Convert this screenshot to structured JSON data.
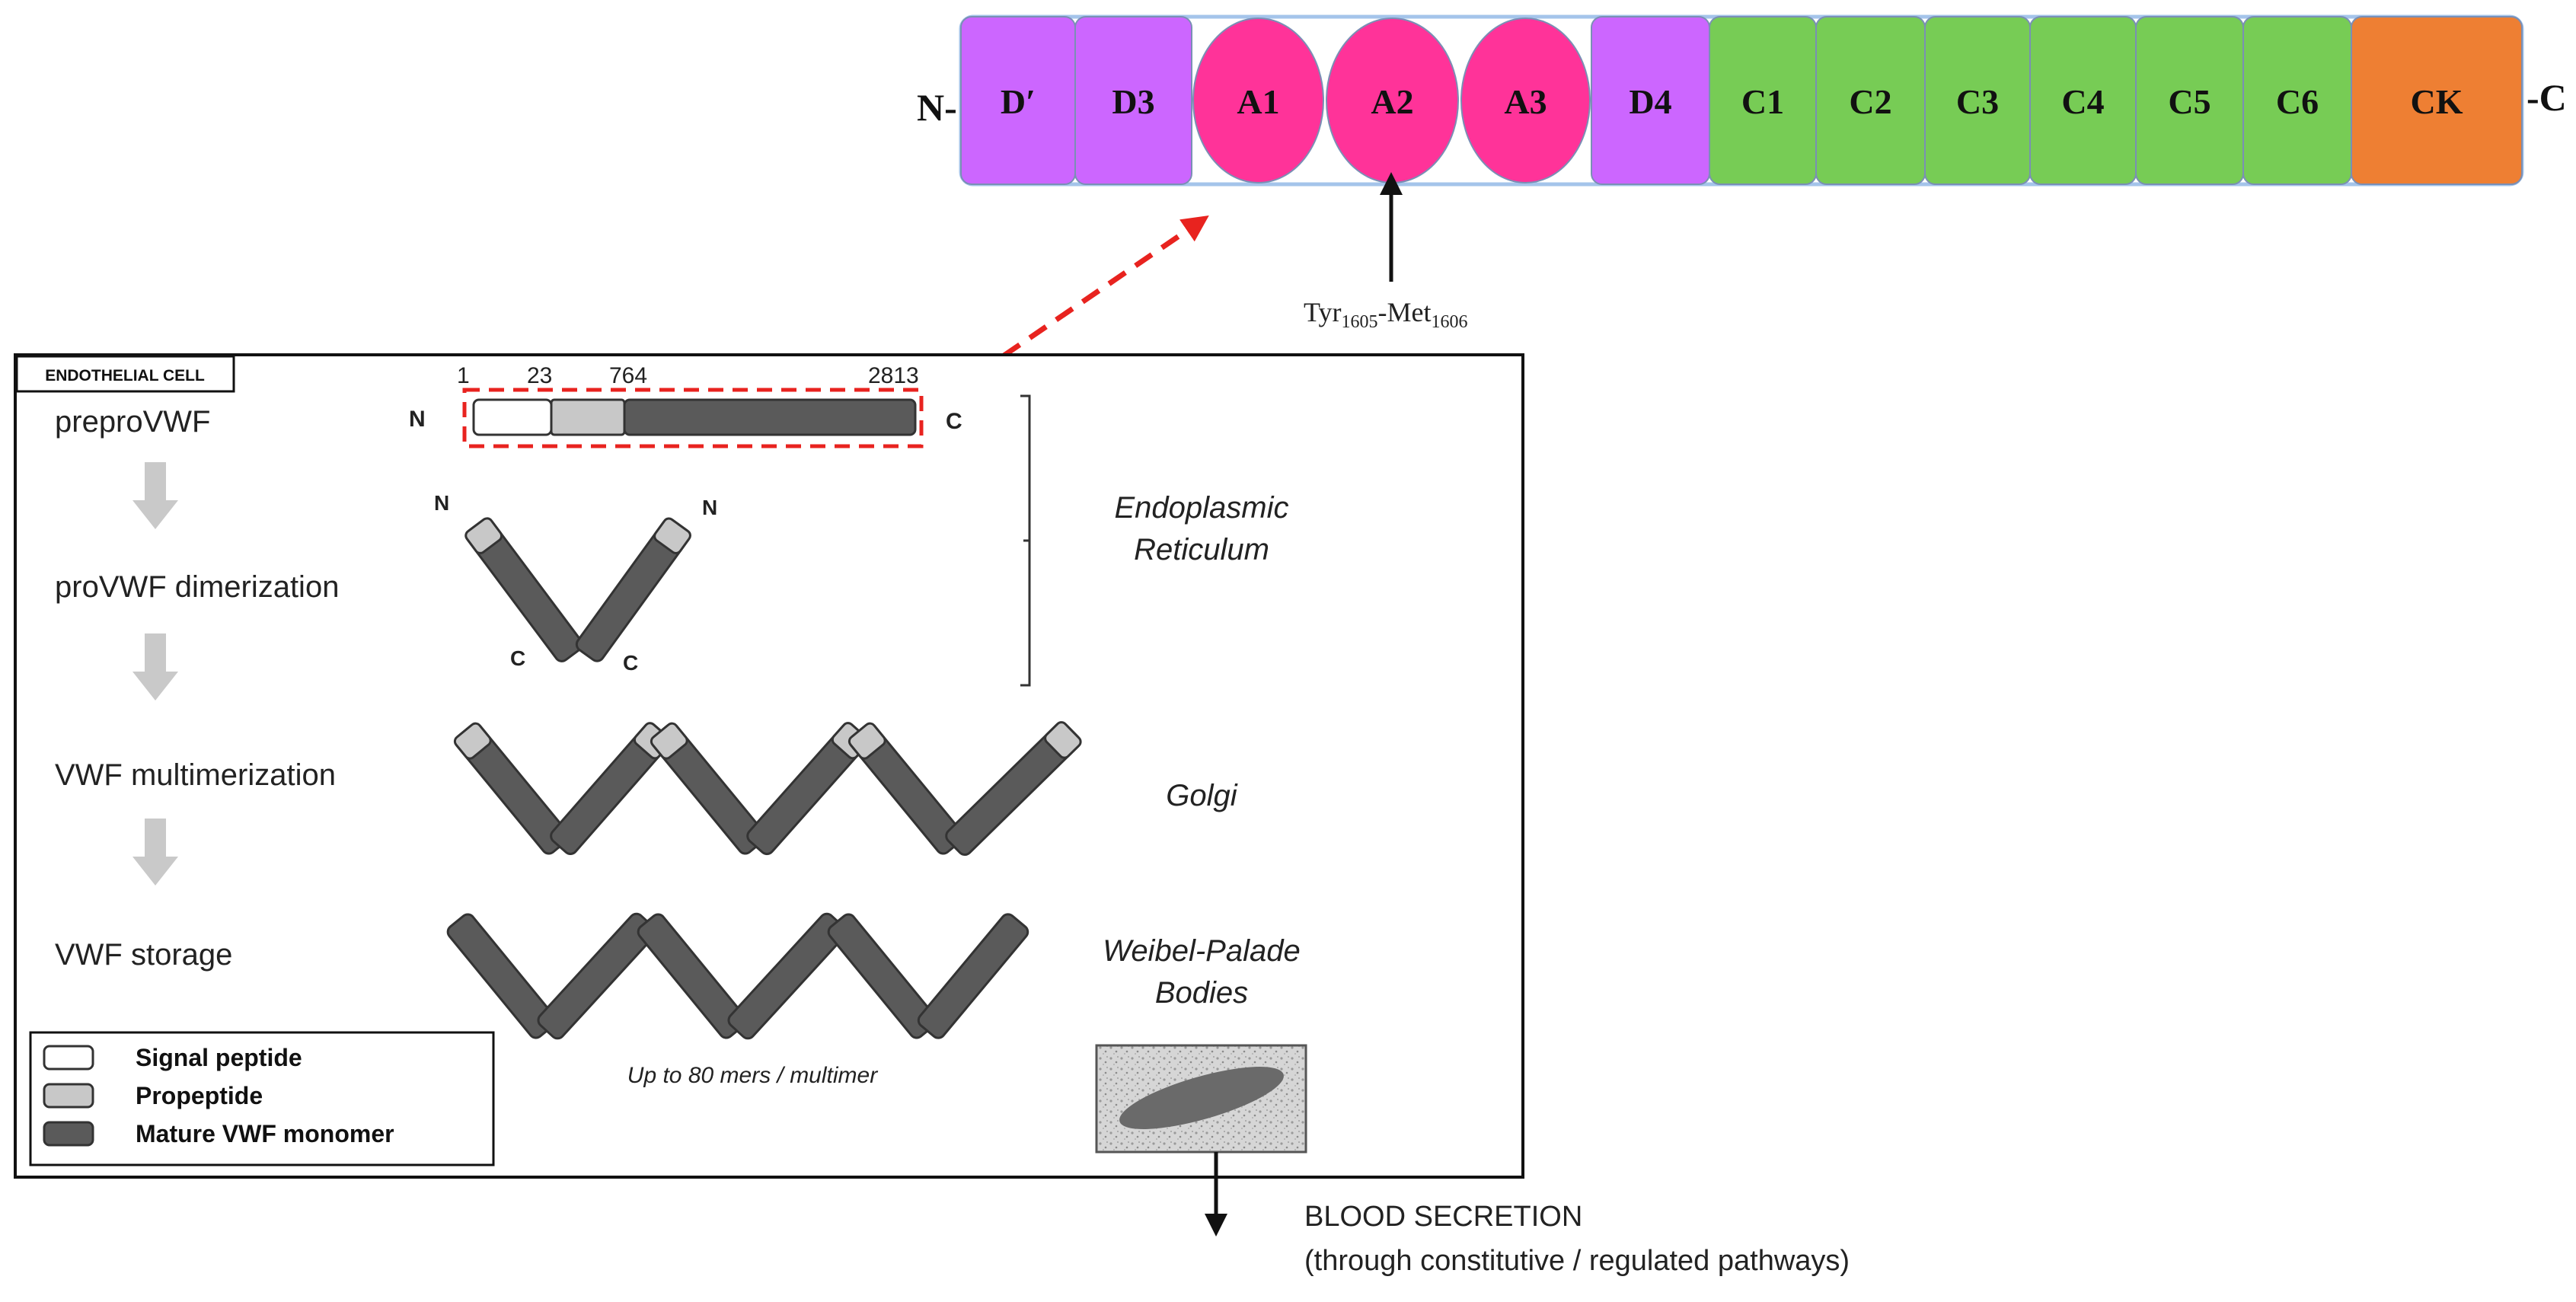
{
  "domain_bar": {
    "n_label": "N-",
    "c_label": "-C",
    "domains": [
      {
        "label": "D′",
        "shape": "rect",
        "color": "#cc66ff"
      },
      {
        "label": "D3",
        "shape": "rect",
        "color": "#cc66ff"
      },
      {
        "label": "A1",
        "shape": "ellipse",
        "color": "#ff3399"
      },
      {
        "label": "A2",
        "shape": "ellipse",
        "color": "#ff3399"
      },
      {
        "label": "A3",
        "shape": "ellipse",
        "color": "#ff3399"
      },
      {
        "label": "D4",
        "shape": "rect",
        "color": "#cc66ff"
      },
      {
        "label": "C1",
        "shape": "rect",
        "color": "#77cc55"
      },
      {
        "label": "C2",
        "shape": "rect",
        "color": "#77cc55"
      },
      {
        "label": "C3",
        "shape": "rect",
        "color": "#77cc55"
      },
      {
        "label": "C4",
        "shape": "rect",
        "color": "#77cc55"
      },
      {
        "label": "C5",
        "shape": "rect",
        "color": "#77cc55"
      },
      {
        "label": "C6",
        "shape": "rect",
        "color": "#77cc55"
      },
      {
        "label": "CK",
        "shape": "rect",
        "color": "#ee7f33"
      }
    ],
    "bar_color": "#a4c4ea",
    "cleavage_site": {
      "res1": "Tyr",
      "sub1": "1605",
      "sep": "-",
      "res2": "Met",
      "sub2": "1606"
    }
  },
  "cell": {
    "title": "ENDOTHELIAL CELL",
    "steps": [
      "preproVWF",
      "proVWF dimerization",
      "VWF multimerization",
      "VWF storage"
    ],
    "residue_numbers": [
      "1",
      "23",
      "764",
      "2813"
    ],
    "terminal_n": "N",
    "terminal_c": "C",
    "compartments": [
      "Endoplasmic",
      "Reticulum",
      "Golgi",
      "Weibel-Palade",
      "Bodies"
    ],
    "multimer_note": "Up to 80 mers / multimer",
    "legend": [
      {
        "label": "Signal peptide",
        "color": "#ffffff"
      },
      {
        "label": "Propeptide",
        "color": "#c8c8c8"
      },
      {
        "label": "Mature VWF monomer",
        "color": "#5a5a5a"
      }
    ]
  },
  "secretion": {
    "line1": "BLOOD SECRETION",
    "line2": "(through constitutive / regulated pathways)"
  },
  "colors": {
    "arrow_red": "#e8231f",
    "step_arrow": "#c9c9c9",
    "monomer": "#5a5a5a",
    "propeptide": "#c8c8c8"
  }
}
